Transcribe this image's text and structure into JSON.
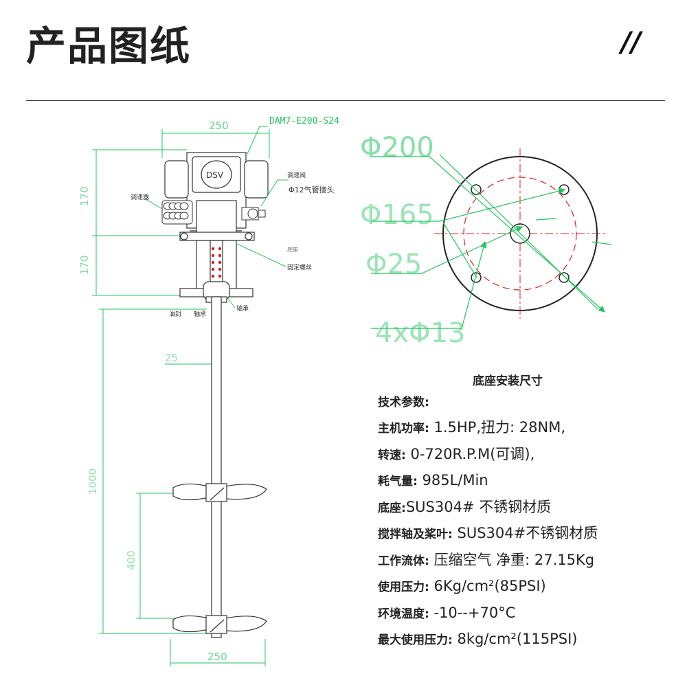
{
  "header": {
    "title": "产品图纸",
    "decoration": "//"
  },
  "drawing": {
    "model_label": "DAM7-E200-S24",
    "dim_top_width": "250",
    "dim_left_upper": "170",
    "dim_left_middle": "170",
    "dim_shaft_offset": "25",
    "dim_long_shaft": "1000",
    "dim_between_props": "400",
    "dim_prop_width": "250",
    "brand_text": "DSV",
    "label_regulator": "调速器",
    "label_air_inlet": "Φ12气管接头",
    "label_valve": "调速阀",
    "label_base_flange": "底座",
    "label_fix_screw": "固定螺丝",
    "label_oil_seal": "油封",
    "label_bearing_seat": "轴承",
    "label_shaft_sleeve": "轴承"
  },
  "base_plate": {
    "d_outer": "Φ200",
    "d_bolt_circle": "Φ165",
    "d_center": "Φ25",
    "holes": "4xΦ13",
    "caption": "底座安装尺寸"
  },
  "specs": {
    "heading": "技术参数:",
    "rows": [
      {
        "label": "主机功率:",
        "value": " 1.5HP,扭力: 28NM,"
      },
      {
        "label": "转速:",
        "value": " 0-720R.P.M(可调),"
      },
      {
        "label": "耗气量:",
        "value": " 985L/Min"
      },
      {
        "label": "底座:",
        "value": "SUS304# 不锈钢材质"
      },
      {
        "label": "搅拌轴及桨叶:",
        "value": " SUS304#不锈钢材质"
      },
      {
        "label": "工作流体:",
        "value": " 压缩空气 净重: 27.15Kg"
      },
      {
        "label": "使用压力:",
        "value": " 6Kg/cm²(85PSI)"
      },
      {
        "label": "环境温度:",
        "value": " -10--+70°C"
      },
      {
        "label": "最大使用压力:",
        "value": " 8kg/cm²(115PSI)"
      }
    ]
  },
  "colors": {
    "dimension_green": "#22c55e",
    "center_red": "#e11d1d",
    "line_dark": "#333333"
  }
}
